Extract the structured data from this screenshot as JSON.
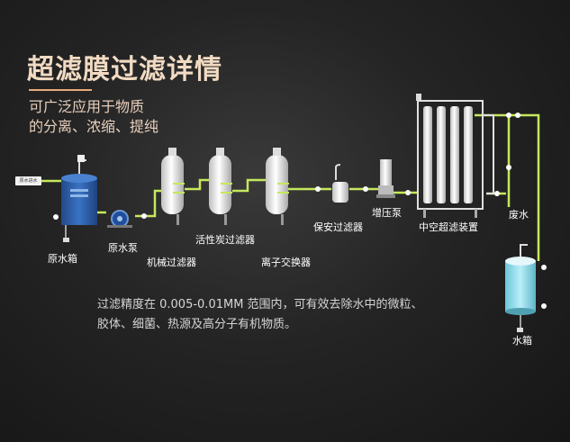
{
  "title": "超滤膜过滤详情",
  "subtitle_line1": "可广泛应用于物质",
  "subtitle_line2": "的分离、浓缩、提纯",
  "raw_water_input": "原水进水",
  "components": {
    "raw_tank": "原水箱",
    "raw_pump": "原水泵",
    "mechanical_filter": "机械过滤器",
    "carbon_filter": "活性炭过滤器",
    "ion_exchanger": "离子交换器",
    "security_filter": "保安过滤器",
    "booster_pump": "增压泵",
    "uf_device": "中空超滤装置",
    "waste_water": "废水",
    "water_tank": "水箱"
  },
  "description_line1": "过滤精度在 0.005-0.01MM 范围内，可有效去除水中的微粒、",
  "description_line2": "胶体、细菌、热源及高分子有机物质。",
  "colors": {
    "pipe": "#c6e85c",
    "title": "#f2dbc3",
    "accent_rule": "#e7a97a",
    "tank_blue": "#2e5faa",
    "product_water": "#9fe3f0"
  }
}
